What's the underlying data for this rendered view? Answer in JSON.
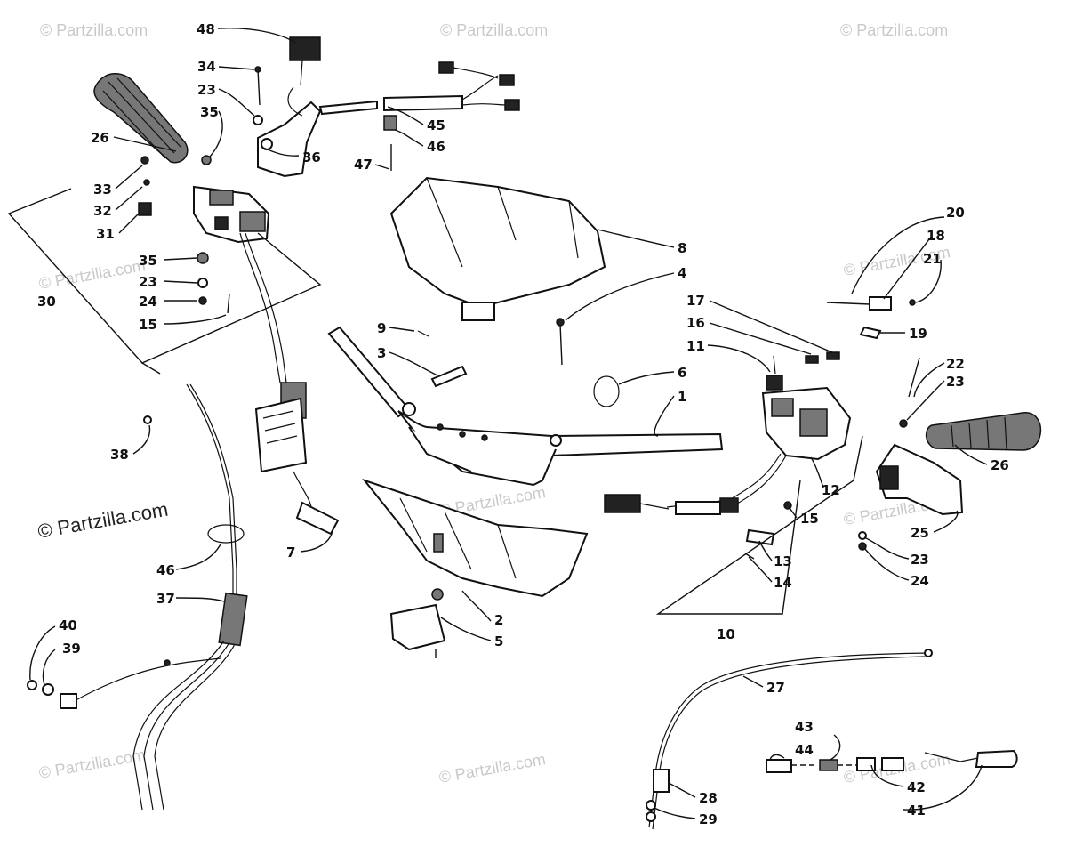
{
  "watermarks": {
    "text": "© Partzilla.com",
    "prominent": "© Partzilla.com"
  },
  "callouts": {
    "c48": "48",
    "c34": "34",
    "c23a": "23",
    "c35a": "35",
    "c26a": "26",
    "c33": "33",
    "c32": "32",
    "c31": "31",
    "c35b": "35",
    "c23b": "23",
    "c24a": "24",
    "c15a": "15",
    "c30": "30",
    "c36": "36",
    "c45": "45",
    "c46a": "46",
    "c47": "47",
    "c8": "8",
    "c4": "4",
    "c9": "9",
    "c3": "3",
    "c6": "6",
    "c1": "1",
    "c11": "11",
    "c16": "16",
    "c17": "17",
    "c20": "20",
    "c18": "18",
    "c21": "21",
    "c19": "19",
    "c22": "22",
    "c23c": "23",
    "c26b": "26",
    "c12": "12",
    "c15b": "15",
    "c25": "25",
    "c23d": "23",
    "c24b": "24",
    "c13": "13",
    "c14": "14",
    "c10": "10",
    "c38": "38",
    "c7": "7",
    "c2": "2",
    "c5": "5",
    "c46b": "46",
    "c37": "37",
    "c40": "40",
    "c39": "39",
    "c27": "27",
    "c43": "43",
    "c44": "44",
    "c42": "42",
    "c41": "41",
    "c28": "28",
    "c29": "29"
  }
}
